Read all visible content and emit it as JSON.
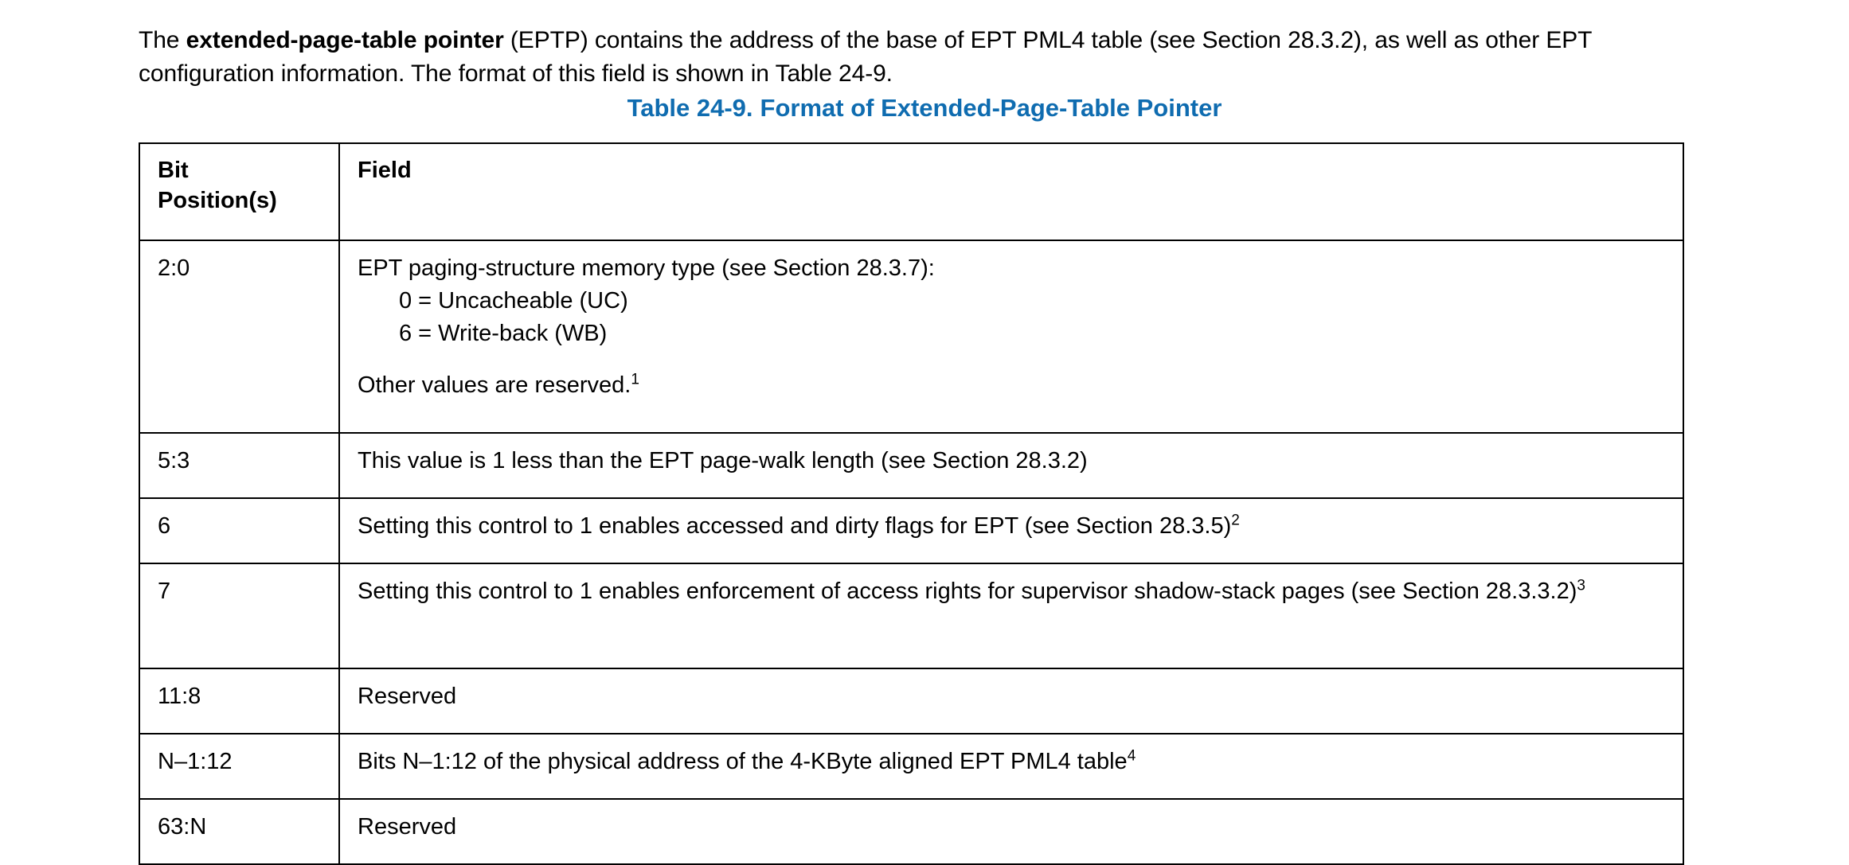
{
  "intro": {
    "before_bold": "The ",
    "bold_term": "extended-page-table pointer",
    "after_bold": " (EPTP) contains the address of the base of EPT PML4 table (see Section 28.3.2), as well as other EPT configuration information. The format of this field is shown in Table 24-9."
  },
  "caption": {
    "number": "Table 24-9.",
    "title": "Format of Extended-Page-Table Pointer",
    "color": "#0f6cb0"
  },
  "table": {
    "headers": {
      "bit": "Bit\nPosition(s)",
      "bit_line1": "Bit",
      "bit_line2": "Position(s)",
      "field": "Field"
    },
    "rows": [
      {
        "bit": "2:0",
        "field_intro": "EPT paging-structure memory type (see Section 28.3.7):",
        "options": [
          "0 = Uncacheable (UC)",
          "6 = Write-back (WB)"
        ],
        "field_outro": "Other values are reserved.",
        "outro_sup": "1"
      },
      {
        "bit": "5:3",
        "field": "This value is 1 less than the EPT page-walk length (see Section 28.3.2)",
        "sup": ""
      },
      {
        "bit": "6",
        "field": "Setting this control to 1 enables accessed and dirty flags for EPT (see Section 28.3.5)",
        "sup": "2"
      },
      {
        "bit": "7",
        "field": "Setting this control to 1 enables enforcement of access rights for supervisor shadow-stack pages (see Section 28.3.3.2)",
        "sup": "3"
      },
      {
        "bit": "11:8",
        "field": "Reserved",
        "sup": ""
      },
      {
        "bit": "N–1:12",
        "field": "Bits N–1:12 of the physical address of the 4-KByte aligned EPT PML4 table",
        "sup": "4"
      },
      {
        "bit": "63:N",
        "field": "Reserved",
        "sup": ""
      }
    ]
  }
}
